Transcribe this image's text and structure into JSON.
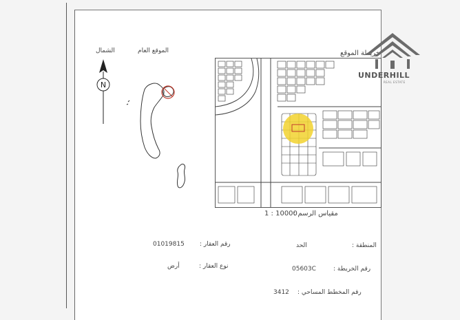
{
  "header": {
    "site_title": "خريطة الموقع",
    "general_location_title": "الموقع العام",
    "north_label": "الشمال",
    "north_letter": "N"
  },
  "logo": {
    "brand": "UNDERHILL",
    "tagline": "REAL ESTATE"
  },
  "scale": {
    "label": "مقياس الرسم :",
    "value": "1 : 10000"
  },
  "fields": {
    "area_label": "المنطقة :",
    "area_value": "الحد",
    "property_no_label": "رقم العقار :",
    "property_no_value": "01019815",
    "map_no_label": "رقم الخريطة :",
    "map_no_value": "05603C",
    "property_type_label": "نوع العقار :",
    "property_type_value": "أرض",
    "survey_plan_label": "رقم المخطط المساحي :",
    "survey_plan_value": "3412"
  },
  "colors": {
    "highlight": "#f2d22e",
    "logo": "#6b6b6b",
    "marker": "#c0392b"
  }
}
